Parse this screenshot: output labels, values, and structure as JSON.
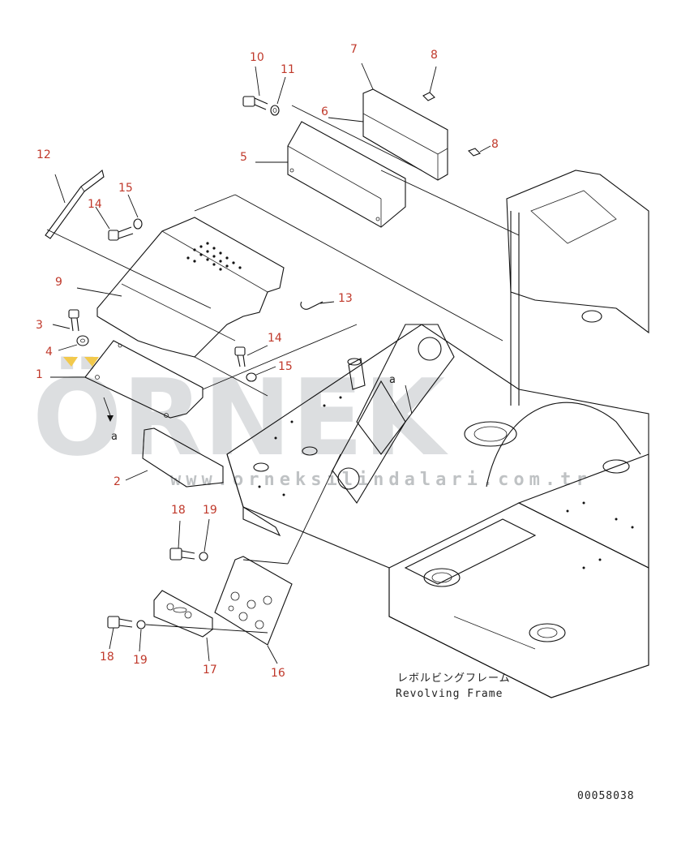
{
  "callouts": [
    "1",
    "2",
    "3",
    "4",
    "5",
    "6",
    "7",
    "8",
    "8",
    "9",
    "10",
    "11",
    "12",
    "13",
    "14",
    "14",
    "15",
    "15",
    "16",
    "17",
    "18",
    "18",
    "19",
    "19"
  ],
  "marker_a": "a",
  "frame_label_jp": "レボルビングフレーム",
  "frame_label_en": "Revolving Frame",
  "drawing_number": "00058038",
  "watermark": {
    "logo": "ÖRNEK",
    "url": "www.orneksilindalari.com.tr",
    "accent_color": "#f2c94c"
  },
  "colors": {
    "callout": "#c0392b",
    "line": "#111111"
  }
}
